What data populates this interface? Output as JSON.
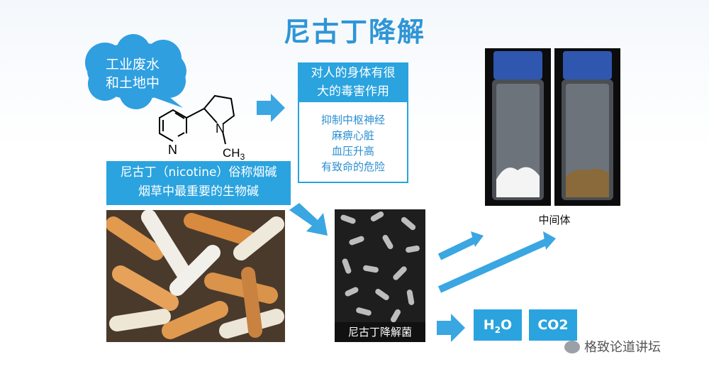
{
  "title": "尼古丁降解",
  "cloud": {
    "line1": "工业废水",
    "line2": "和土地中"
  },
  "molecule": {
    "ring_atom": "N",
    "amine_atom": "N",
    "methyl": "CH",
    "methyl_sub": "3"
  },
  "effects": {
    "header_line1": "对人的身体有很",
    "header_line2": "大的毒害作用",
    "items": [
      "抑制中枢神经",
      "麻痹心脏",
      "血压升高",
      "有致命的危险"
    ]
  },
  "nicotine_box": {
    "line1": "尼古丁（nicotine）俗称烟碱",
    "line2": "烟草中最重要的生物碱"
  },
  "bacteria_label": "尼古丁降解菌",
  "intermediate_label": "中间体",
  "products": {
    "water": "H",
    "water_sub": "2",
    "water_suffix": "O",
    "co2": "CO2"
  },
  "watermark": "格致论道讲坛",
  "colors": {
    "accent": "#2aa3df",
    "title": "#2f95d6"
  }
}
